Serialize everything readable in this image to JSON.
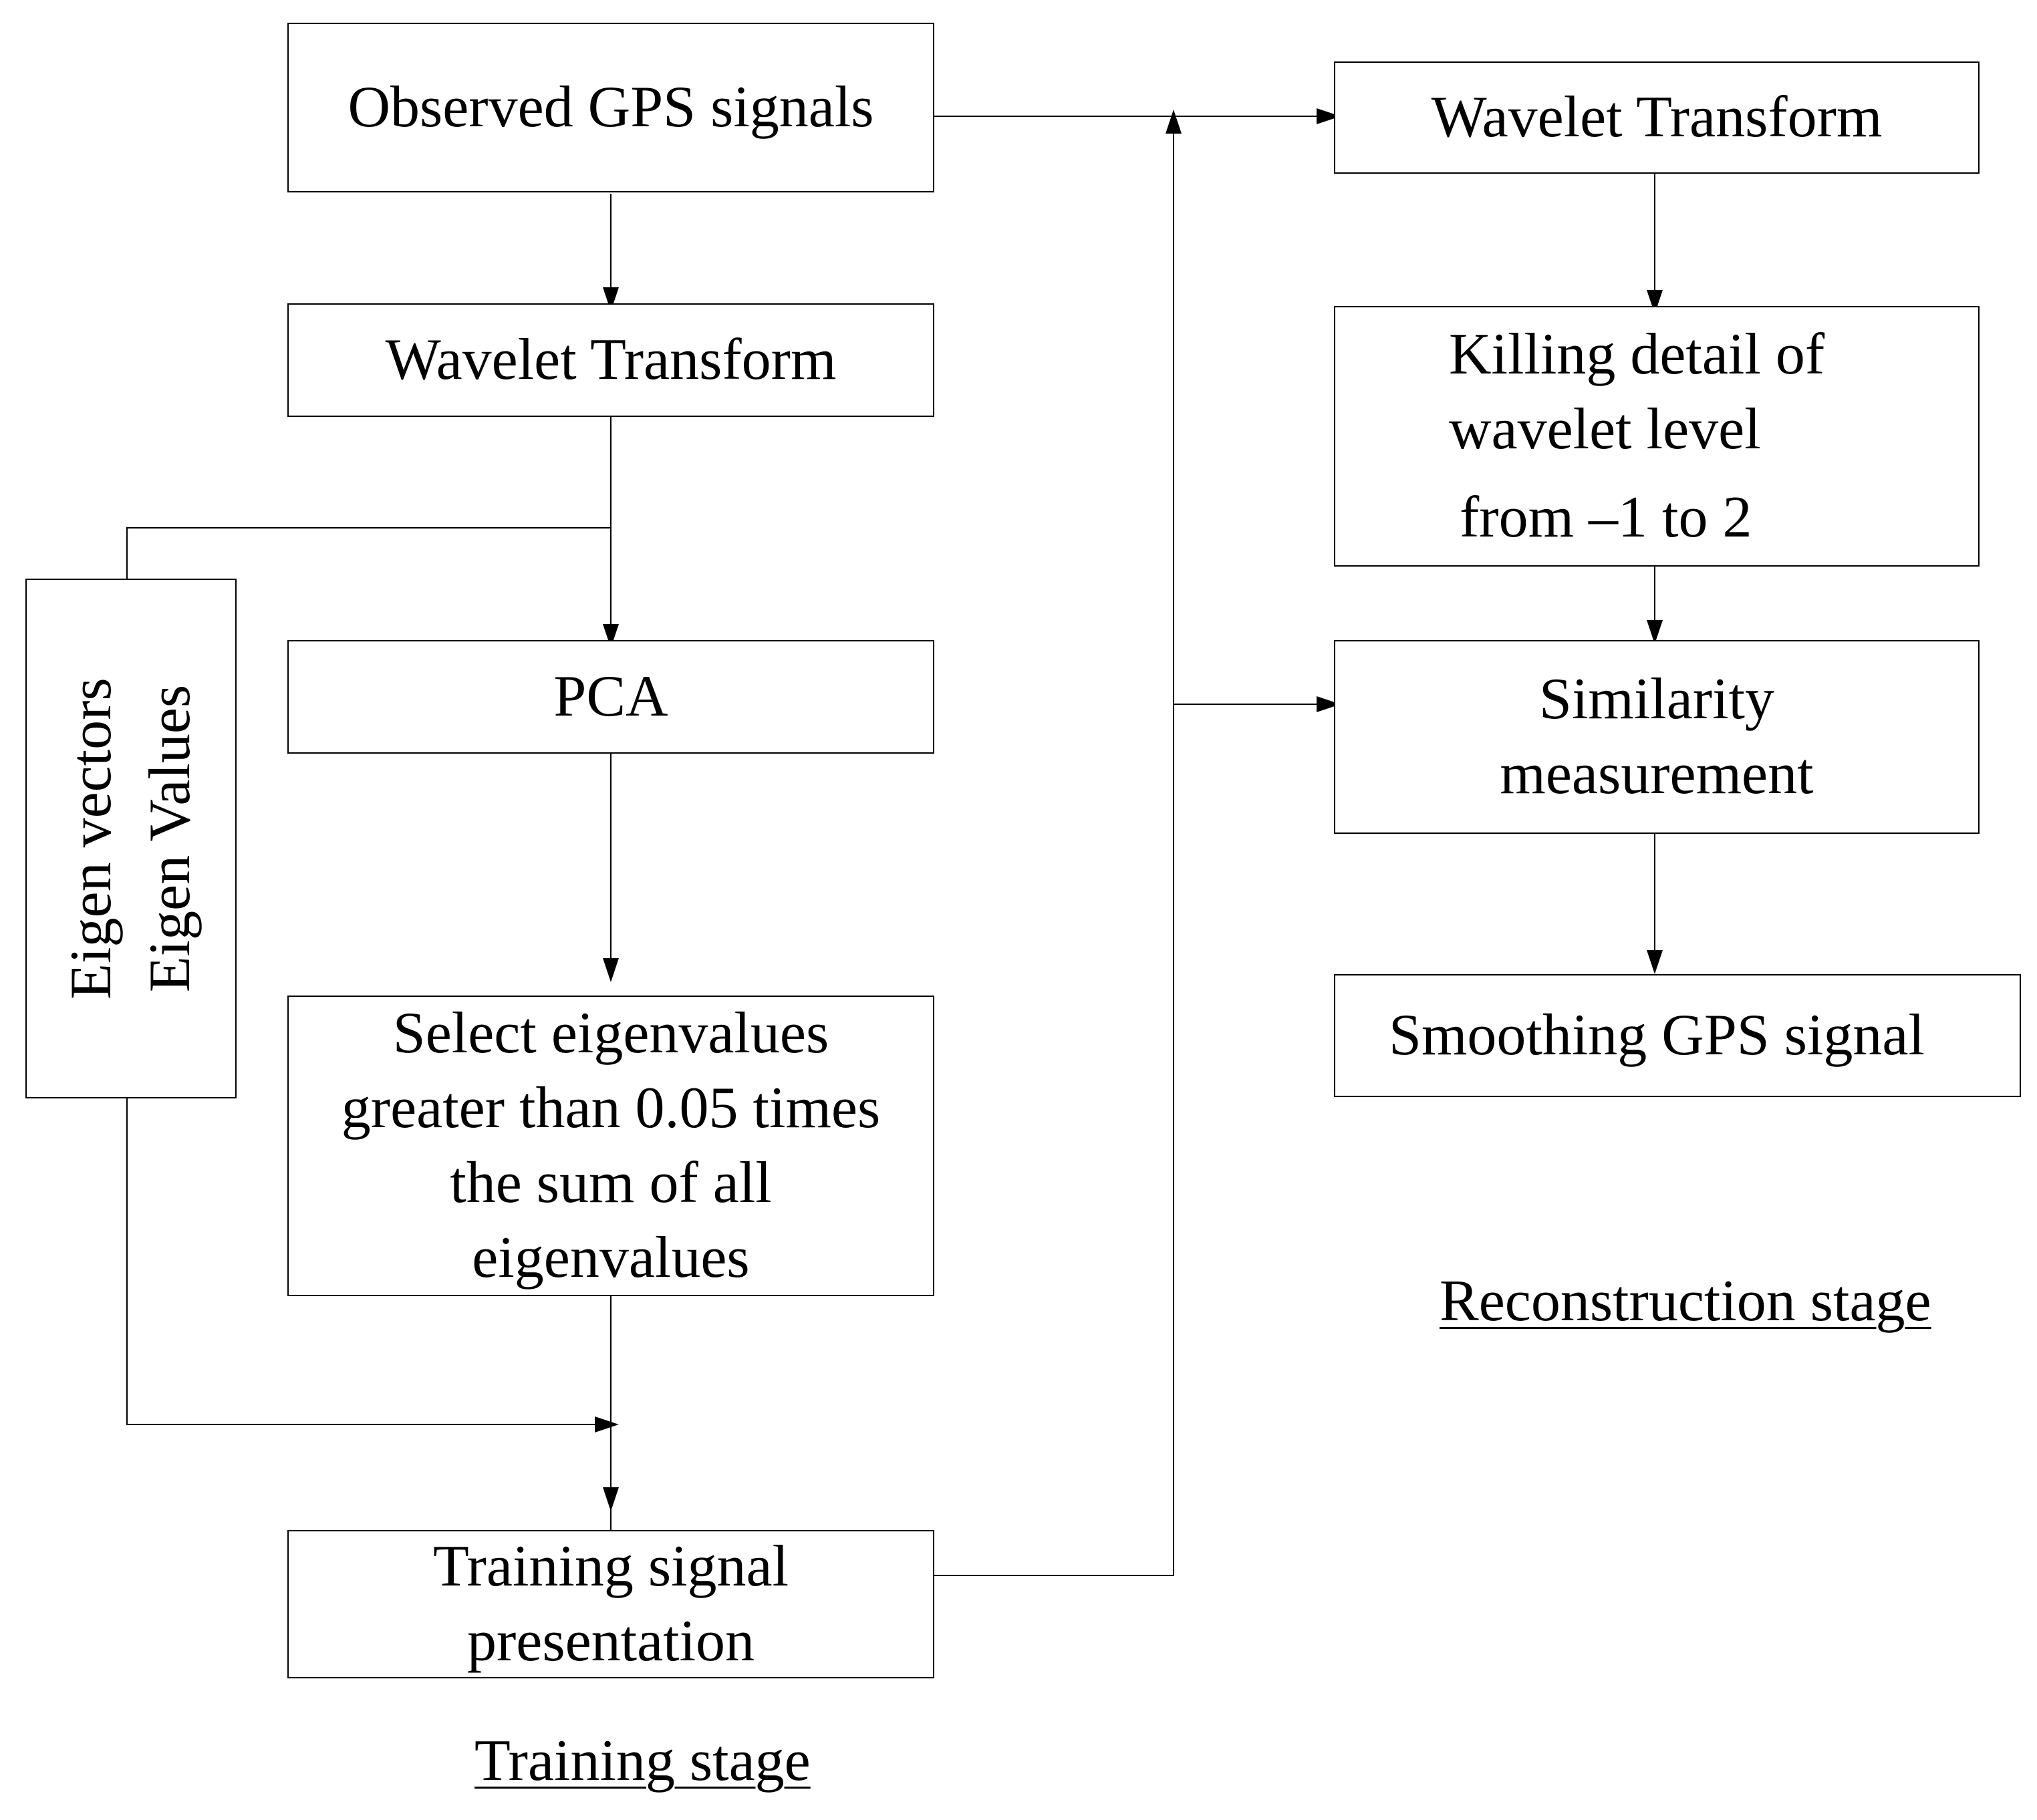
{
  "training": {
    "observed": {
      "lines": [
        "Observed GPS signals"
      ]
    },
    "wavelet": {
      "lines": [
        "Wavelet Transform"
      ]
    },
    "pca": {
      "lines": [
        "PCA"
      ]
    },
    "select": {
      "lines": [
        "Select eigenvalues",
        "greater than 0.05 times",
        "the sum of all",
        "eigenvalues"
      ]
    },
    "training_signal": {
      "lines": [
        "Training signal",
        "presentation"
      ]
    },
    "eigen": {
      "lines": [
        "Eigen vectors",
        "Eigen Values"
      ]
    },
    "stage_label": "Training stage"
  },
  "reconstruction": {
    "wavelet": {
      "lines": [
        "Wavelet Transform"
      ]
    },
    "killing": {
      "lines": [
        "Killing detail of",
        "wavelet level",
        "from –1 to 2"
      ]
    },
    "similarity": {
      "lines": [
        "Similarity",
        "measurement"
      ]
    },
    "smoothing": {
      "lines": [
        "Smoothing GPS signal"
      ]
    },
    "stage_label": "Reconstruction stage"
  }
}
